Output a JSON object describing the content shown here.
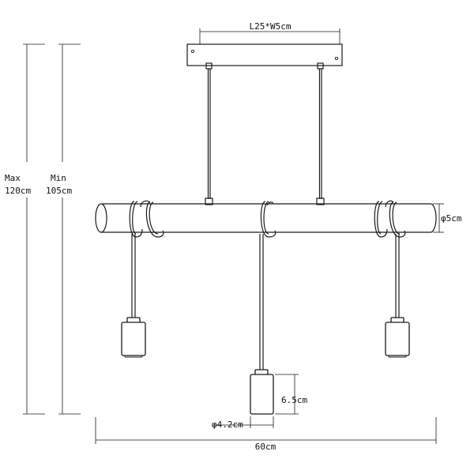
{
  "labels": {
    "canopy": "L25*W5cm",
    "beam_diameter": "φ5cm",
    "max_label": "Max",
    "max_value": "120cm",
    "min_label": "Min",
    "min_value": "105cm",
    "shade_height": "6.5cm",
    "shade_diameter": "φ4.2cm",
    "total_width": "60cm"
  }
}
